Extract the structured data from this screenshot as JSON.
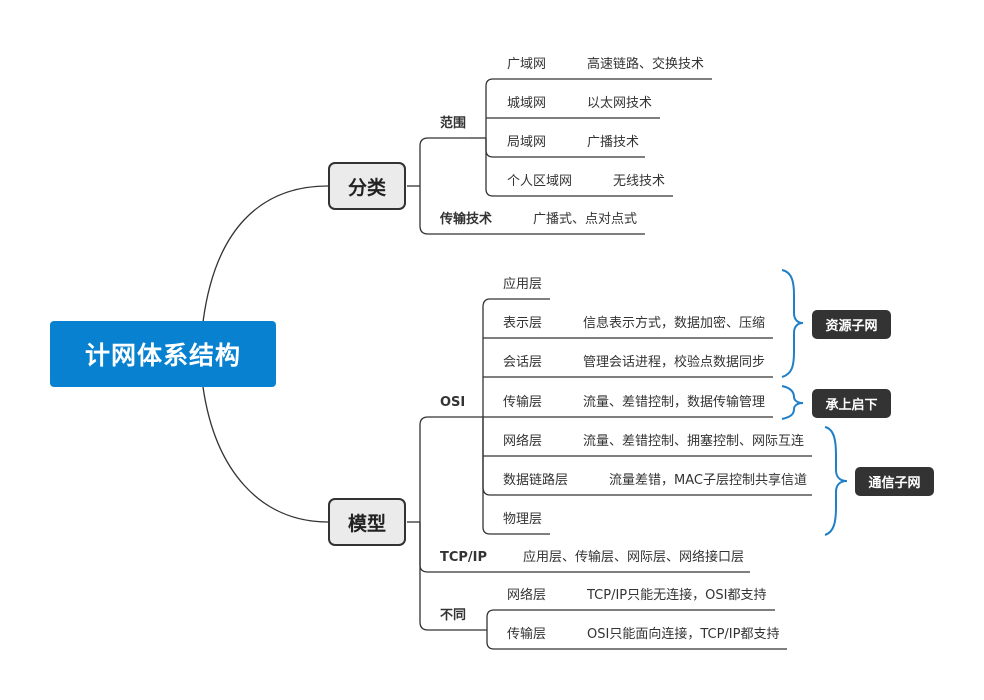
{
  "root": "计网体系结构",
  "branches": {
    "classify": {
      "label": "分类",
      "scope": {
        "label": "范围",
        "items": [
          {
            "name": "广域网",
            "desc": "高速链路、交换技术"
          },
          {
            "name": "城域网",
            "desc": "以太网技术"
          },
          {
            "name": "局域网",
            "desc": "广播技术"
          },
          {
            "name": "个人区域网",
            "desc": "无线技术"
          }
        ]
      },
      "transfer": {
        "label": "传输技术",
        "desc": "广播式、点对点式"
      }
    },
    "model": {
      "label": "模型",
      "osi": {
        "label": "OSI",
        "layers": [
          {
            "name": "应用层",
            "desc": ""
          },
          {
            "name": "表示层",
            "desc": "信息表示方式，数据加密、压缩"
          },
          {
            "name": "会话层",
            "desc": "管理会话进程，校验点数据同步"
          },
          {
            "name": "传输层",
            "desc": "流量、差错控制，数据传输管理"
          },
          {
            "name": "网络层",
            "desc": "流量、差错控制、拥塞控制、网际互连"
          },
          {
            "name": "数据链路层",
            "desc": "流量差错，MAC子层控制共享信道"
          },
          {
            "name": "物理层",
            "desc": ""
          }
        ],
        "groups": [
          "资源子网",
          "承上启下",
          "通信子网"
        ]
      },
      "tcpip": {
        "label": "TCP/IP",
        "desc": "应用层、传输层、网际层、网络接口层"
      },
      "diff": {
        "label": "不同",
        "items": [
          {
            "name": "网络层",
            "desc": "TCP/IP只能无连接，OSI都支持"
          },
          {
            "name": "传输层",
            "desc": "OSI只能面向连接，TCP/IP都支持"
          }
        ]
      }
    }
  }
}
